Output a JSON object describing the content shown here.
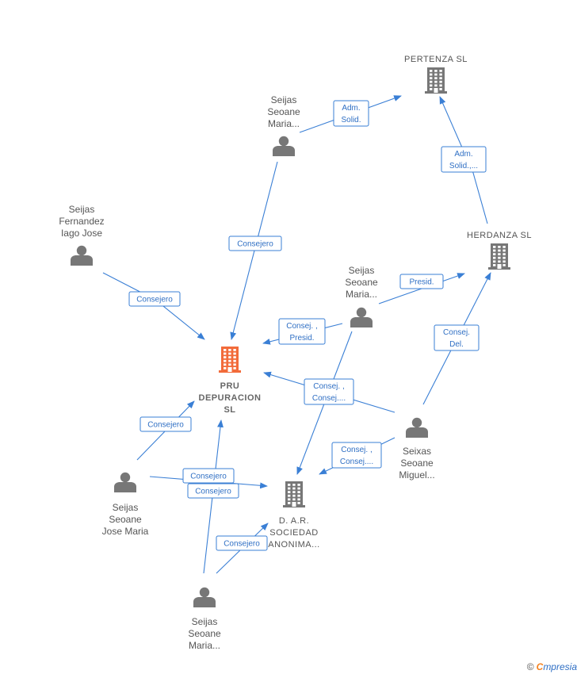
{
  "nodes": [
    {
      "id": "pertenza",
      "kind": "company",
      "label": [
        "PERTENZA  SL"
      ]
    },
    {
      "id": "herdanza",
      "kind": "company",
      "label": [
        "HERDANZA  SL"
      ]
    },
    {
      "id": "pru",
      "kind": "company-main",
      "label": [
        "PRU",
        "DEPURACION",
        "SL"
      ]
    },
    {
      "id": "dar",
      "kind": "company",
      "label": [
        "D. A.R.",
        "SOCIEDAD",
        "ANONIMA..."
      ]
    },
    {
      "id": "p_maria_top",
      "kind": "person",
      "label": [
        "Seijas",
        "Seoane",
        "Maria..."
      ]
    },
    {
      "id": "p_fernandez",
      "kind": "person",
      "label": [
        "Seijas",
        "Fernandez",
        "Iago Jose"
      ]
    },
    {
      "id": "p_maria_mid",
      "kind": "person",
      "label": [
        "Seijas",
        "Seoane",
        "Maria..."
      ]
    },
    {
      "id": "p_seixas",
      "kind": "person",
      "label": [
        "Seixas",
        "Seoane",
        "Miguel..."
      ]
    },
    {
      "id": "p_josemaria",
      "kind": "person",
      "label": [
        "Seijas",
        "Seoane",
        "Jose Maria"
      ]
    },
    {
      "id": "p_maria_bot",
      "kind": "person",
      "label": [
        "Seijas",
        "Seoane",
        "Maria..."
      ]
    }
  ],
  "edges": [
    {
      "from": "p_maria_top",
      "to": "pertenza",
      "label": [
        "Adm.",
        "Solid."
      ]
    },
    {
      "from": "herdanza",
      "to": "pertenza",
      "label": [
        "Adm.",
        "Solid.,..."
      ]
    },
    {
      "from": "p_maria_top",
      "to": "pru",
      "label": [
        "Consejero"
      ]
    },
    {
      "from": "p_fernandez",
      "to": "pru",
      "label": [
        "Consejero"
      ]
    },
    {
      "from": "p_maria_mid",
      "to": "herdanza",
      "label": [
        "Presid."
      ]
    },
    {
      "from": "p_maria_mid",
      "to": "pru",
      "label": [
        "Consej. ,",
        "Presid."
      ]
    },
    {
      "from": "p_maria_mid",
      "to": "dar",
      "label": []
    },
    {
      "from": "p_seixas",
      "to": "herdanza",
      "label": [
        "Consej.",
        "Del."
      ]
    },
    {
      "from": "p_seixas",
      "to": "pru",
      "label": [
        "Consej. ,",
        "Consej...."
      ]
    },
    {
      "from": "p_seixas",
      "to": "dar",
      "label": [
        "Consej. ,",
        "Consej...."
      ]
    },
    {
      "from": "p_josemaria",
      "to": "pru",
      "label": [
        "Consejero"
      ]
    },
    {
      "from": "p_josemaria",
      "to": "dar",
      "label": [
        "Consejero"
      ]
    },
    {
      "from": "p_maria_bot",
      "to": "pru",
      "label": [
        "Consejero"
      ]
    },
    {
      "from": "p_maria_bot",
      "to": "dar",
      "label": [
        "Consejero"
      ]
    }
  ],
  "colors": {
    "edge": "#3a7fd5",
    "person_icon": "#777777",
    "company_icon": "#777777",
    "main_company_icon": "#f26b3a"
  },
  "brand": {
    "copyright": "©",
    "initial": "C",
    "rest": "mpresia"
  }
}
